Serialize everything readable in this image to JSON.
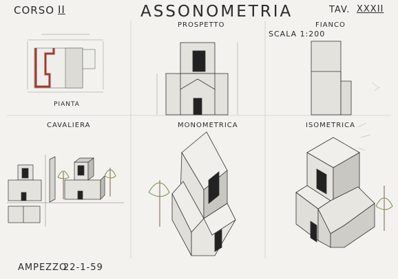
{
  "header": {
    "course": "CORSO",
    "course_number": "II",
    "title": "ASSONOMETRIA",
    "plate_label": "TAV.",
    "plate_number": "XXXII"
  },
  "views": {
    "pianta": "PIANTA",
    "prospetto": "PROSPETTO",
    "fianco": "FIANCO",
    "scala": "SCALA 1:200",
    "cavaliera": "CAVALIERA",
    "monometrica": "MONOMETRICA",
    "isometrica": "ISOMETRICA"
  },
  "footer": {
    "author": "AMPEZZO",
    "date": "22-1-59"
  },
  "colors": {
    "paper": "#f3f2ef",
    "ink": "#2a2a2a",
    "wall_red": "#a23a2f",
    "tree_green": "#6f8e4a",
    "shade": "#cfcdc8"
  }
}
